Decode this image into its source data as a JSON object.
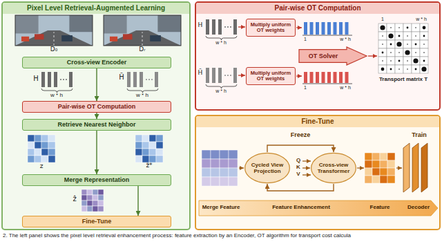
{
  "diagram": {
    "caption": "2. The left panel shows the pixel level retrieval enhancement process: feature extraction by an Encoder, OT algorithm for transport cost calcula",
    "nodes": [
      {
        "text": [
          "Pixel Level Retrieval-Augmented Learning"
        ]
      },
      {
        "text": [
          "Cross-view Encoder"
        ],
        "in": 0
      },
      {
        "text": [
          "Pair-wise OT Computation"
        ],
        "in": 0
      },
      {
        "text": [
          "Retrieve Nearest Neighbor"
        ],
        "in": 0
      },
      {
        "text": [
          "Merge Representation"
        ],
        "in": 0
      },
      {
        "text": [
          "Fine-Tune"
        ],
        "in": 0
      },
      {
        "text": [
          "Pair-wise OT Computation"
        ]
      },
      {
        "text": [
          "Multiply uniform OT weights"
        ],
        "in": 6
      },
      {
        "text": [
          "Multiply uniform OT weights"
        ],
        "in": 6
      },
      {
        "text": [
          "OT Solver"
        ],
        "in": 6
      },
      {
        "text": [
          "Fine-Tune"
        ]
      },
      {
        "text": [
          "Cycled View Projection"
        ],
        "in": 10
      },
      {
        "text": [
          "Cross-view Transformer"
        ],
        "in": 10
      }
    ],
    "edges": [
      {
        "from": 1,
        "to": 2,
        "arrow": "to"
      },
      {
        "from": 2,
        "to": 3,
        "arrow": "to"
      },
      {
        "from": 3,
        "to": 4,
        "arrow": "to"
      },
      {
        "from": 4,
        "to": 5,
        "arrow": "to"
      },
      {
        "from": 11,
        "to": 12,
        "arrow": "to"
      },
      {
        "from": 12,
        "to": 11,
        "arrow": "to"
      }
    ],
    "labels": [
      "D₀",
      "Dᵣ",
      "H",
      "w * h",
      "H̃",
      "w * h",
      "z",
      "z̃*",
      "ẑ",
      "H",
      "w * h",
      "1",
      "w * h",
      "H̃",
      "w * h",
      "1",
      "w * h",
      "1",
      "w * h",
      "Transport matrix T",
      "Freeze",
      "Train",
      "Q",
      "K",
      "V",
      "Merge Feature",
      "Feature Enhancement",
      "Feature",
      "Decoder"
    ]
  }
}
